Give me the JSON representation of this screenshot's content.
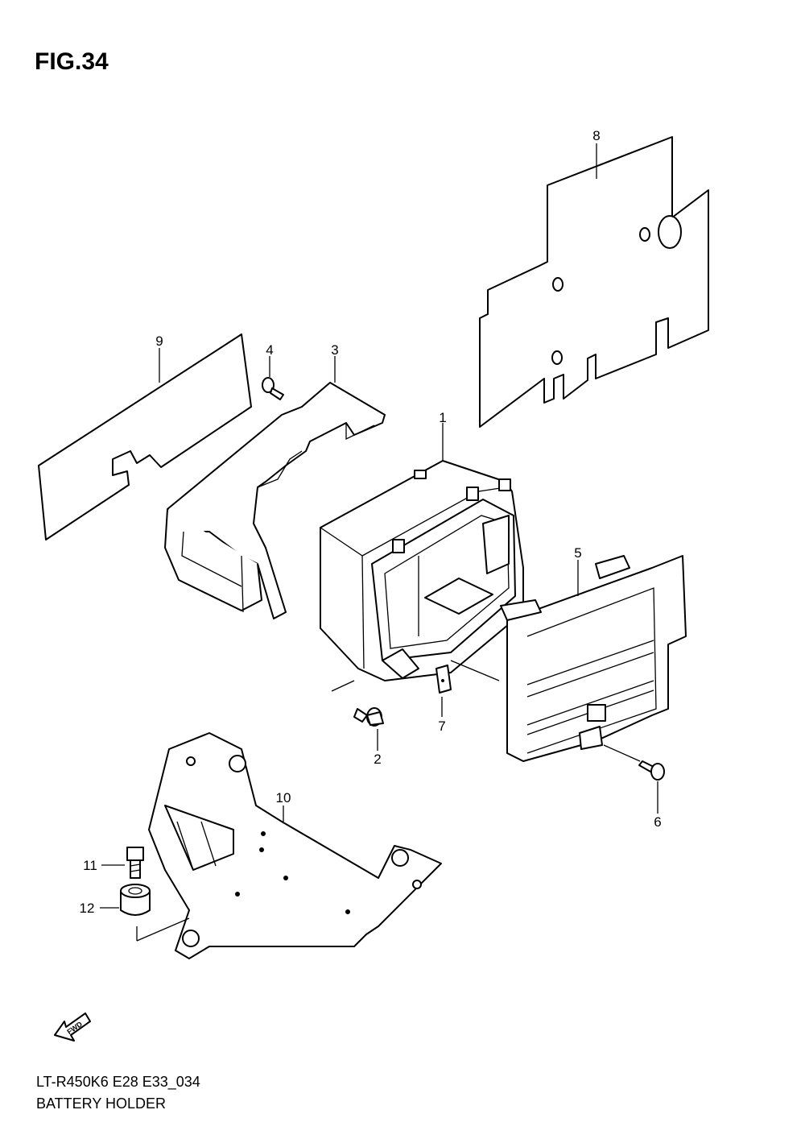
{
  "figure": {
    "title": "FIG.34",
    "code": "LT-R450K6 E28 E33_034",
    "name": "BATTERY HOLDER"
  },
  "fwd_label": "FWD",
  "callouts": [
    "1",
    "2",
    "3",
    "4",
    "5",
    "6",
    "7",
    "8",
    "9",
    "10",
    "11",
    "12"
  ]
}
